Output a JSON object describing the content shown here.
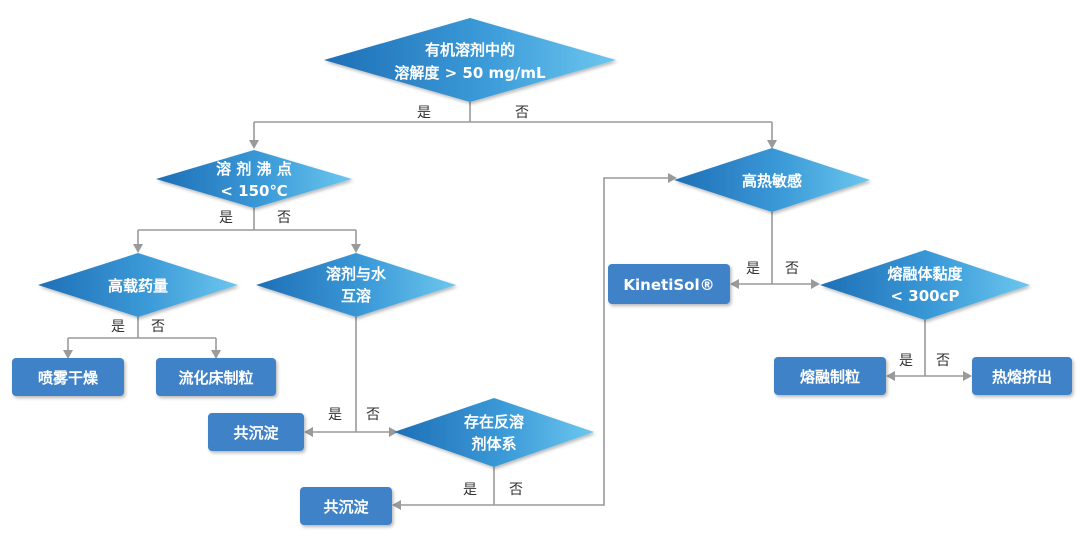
{
  "colors": {
    "diamond_light": "#6cc7ee",
    "diamond_dark": "#1f6fb6",
    "box": "#3f82c8",
    "line": "#9a9a9a"
  },
  "branch": {
    "yes": "是",
    "no": "否"
  },
  "decisions": {
    "d_solubility": {
      "line1": "有机溶剂中的",
      "line2": "溶解度 > 50 mg/mL"
    },
    "d_boiling": {
      "line1": "溶 剂 沸 点",
      "line2": "< 150℃"
    },
    "d_thermo": {
      "line1": "高热敏感"
    },
    "d_loading": {
      "line1": "高载药量"
    },
    "d_water": {
      "line1": "溶剂与水",
      "line2": "互溶"
    },
    "d_viscosity": {
      "line1": "熔融体黏度",
      "line2": "< 300cP"
    },
    "d_antisolvent": {
      "line1": "存在反溶",
      "line2": "剂体系"
    }
  },
  "outcomes": {
    "b_spray": "喷雾干燥",
    "b_fluid": "流化床制粒",
    "b_kinetisol": "KinetiSol®",
    "b_melt_gran": "熔融制粒",
    "b_hme": "热熔挤出",
    "b_copre1": "共沉淀",
    "b_copre2": "共沉淀"
  }
}
